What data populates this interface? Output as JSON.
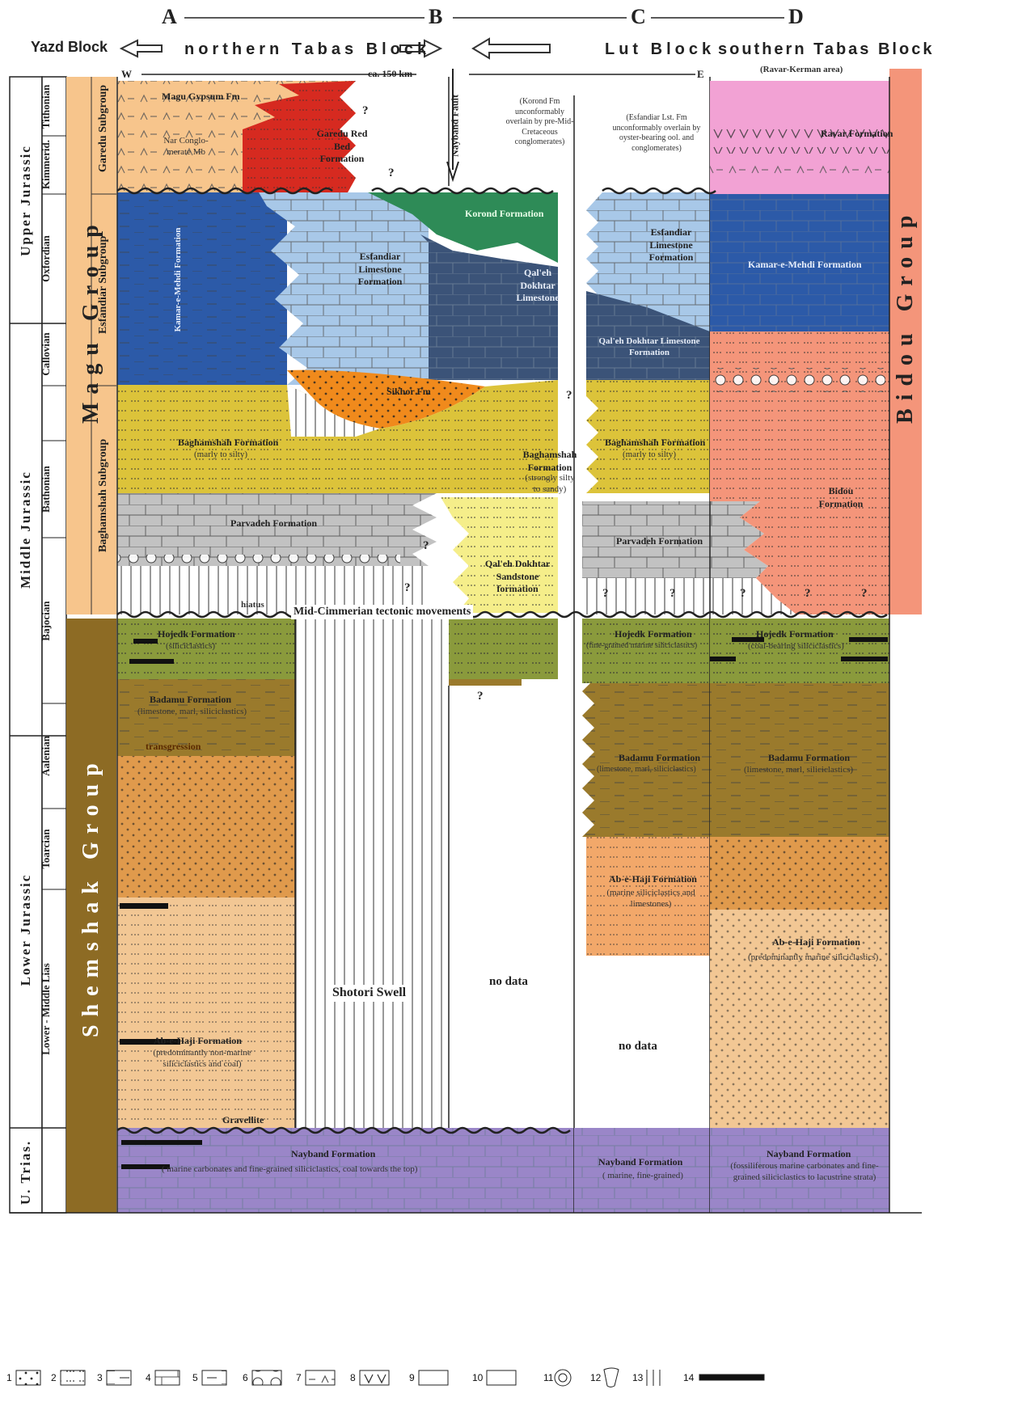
{
  "columns": {
    "a": "A",
    "b": "B",
    "c": "C",
    "d": "D"
  },
  "blocks": {
    "yazd": "Yazd Block",
    "northern_tabas": "northern Tabas Block",
    "lut": "Lut Block",
    "southern_tabas": "southern Tabas Block",
    "southern_tabas_sub": "(Ravar-Kerman area)"
  },
  "section": {
    "west": "W",
    "distance": "ca. 150 km",
    "east": "E"
  },
  "fault": "Nayband Fault",
  "periods": [
    "Upper Jurassic",
    "Middle Jurassic",
    "Lower Jurassic",
    "U. Trias."
  ],
  "stages": [
    "Tithonian",
    "Kimmerid.",
    "Oxfordian",
    "Callovian",
    "Bathonian",
    "Bajocian",
    "Aalenian",
    "Toarcian",
    "Lower - Middle Lias"
  ],
  "groups": {
    "magu": "Magu Group",
    "shemshak": "Shemshak Group",
    "bidou": "Bidou Group"
  },
  "subgroups": {
    "garedu": "Garedu Subgroup",
    "esfandiar": "Esfandiar Subgroup",
    "baghamshah": "Baghamshah Subgroup"
  },
  "formations": {
    "magu_gypsum": "Magu Gypsum Fm",
    "nar_conglomerate": "Nar Conglo-merate Mb",
    "garedu_red_bed": "Garedu Red Bed Formation",
    "esfandiar_limestone": "Esfandiar Limestone Formation",
    "kuh_e_kamar": "Kamar-e-Mehdi Formation",
    "kuh_e_kamar_2": "Kamar-e-Mehdi Formation",
    "qaleh_dokhtar_limestone": "Qal'eh Dokhtar Limestone",
    "kerand": "Korond Formation",
    "sikhor": "Sikhor Fm",
    "baghamshah_left": "Baghamshah Formation",
    "baghamshah_left_sub": "(marly to silty)",
    "baghamshah_mid": "Baghamshah Formation",
    "baghamshah_mid_sub": "(strongly silty to sandy)",
    "baghamshah_lut": "Baghamshah Formation",
    "baghamshah_lut_sub": "(marly to silty)",
    "parvadeh_left": "Parvadeh Formation",
    "parvadeh_lut": "Parvadeh Formation",
    "qaleh_dokhtar_sandstone": "Qal'eh Dokhtar Sandstone formation",
    "esfandiar_lut": "Esfandiar Limestone Formation",
    "qaleh_lut": "Qal'eh Dokhtar Limestone Formation",
    "bidou": "Bidou Formation",
    "ravar": "Ravar Formation",
    "hojedk_left": "Hojedk Formation",
    "hojedk_left_sub": "(siliciclastics)",
    "hojedk_lut": "Hojedk Formation",
    "hojedk_lut_sub": "(fine-grained marine siliciclastics)",
    "hojedk_right": "Hojedk Formation",
    "hojedk_right_sub": "(coal-bearing siliciclastics)",
    "badamu_left": "Badamu Formation",
    "badamu_left_sub": "(limestone, marl, siliciclastics)",
    "badamu_lut": "Badamu Formation",
    "badamu_lut_sub": "(limestone, marl, siliciclastics)",
    "badamu_right": "Badamu Formation",
    "badamu_right_sub": "(limestone, marl, siliciclastics)",
    "abehaji_left": "Ab-e-Haji Formation",
    "abehaji_left_sub": "(predominantly non-marine siliciclastics and coal)",
    "abehaji_lut": "Ab-e-Haji Formation",
    "abehaji_lut_sub": "(marine siliciclastics and limestones)",
    "abehaji_right": "Ab-e-Haji Formation",
    "abehaji_right_sub": "(predominantly marine siliciclastics)",
    "gravellite": "Gravellite",
    "nayband_left": "Nayband Formation",
    "nayband_left_sub": "( marine carbonates and fine-grained siliciclastics, coal towards the top)",
    "nayband_lut": "Nayband Formation",
    "nayband_lut_sub": "( marine, fine-grained)",
    "nayband_right": "Nayband Formation",
    "nayband_right_sub": "(fossiliferous marine carbonates and fine-grained siliciclastics to lacustrine strata)"
  },
  "notes": {
    "kerand_note": "(Korond Fm unconformably overlain by pre-Mid-Cretaceous conglomerates)",
    "esfandiar_note": "(Esfandiar Lst. Fm unconformably overlain by oyster-bearing ool. and conglomerates)",
    "mid_cimmerian": "Mid-Cimmerian tectonic movements",
    "hiatus": "hiatus",
    "transgression": "transgression",
    "shotori": "Shotori Swell",
    "no_data_1": "no data",
    "no_data_2": "no data",
    "q": "?"
  },
  "legend": [
    "1",
    "2",
    "3",
    "4",
    "5",
    "6",
    "7",
    "8",
    "9",
    "10",
    "11",
    "12",
    "13",
    "14"
  ],
  "colors": {
    "magu_beige": "#f7c58c",
    "garedu_red": "#d62a20",
    "esfandiar_blue": "#a8c8e8",
    "kamar_navy": "#2c5aa8",
    "qaleh_slate": "#3b5378",
    "kerand_green": "#2e8b57",
    "sikhor_orange": "#f08a1c",
    "baghamshah_yellow": "#dcc33a",
    "parvadeh_grey": "#c2c2c2",
    "qaleh_sand": "#f5ee8a",
    "ravar_pink": "#f2a2d4",
    "bidou_salmon": "#f4957a",
    "hojedk_olive": "#8a9a3c",
    "badamu_brown": "#9a7a2c",
    "shemshak_orange": "#e09a4c",
    "abehaji_tan": "#f2c794",
    "nayband_purple": "#9a86c8",
    "shemshak_group": "#8d6b24"
  }
}
